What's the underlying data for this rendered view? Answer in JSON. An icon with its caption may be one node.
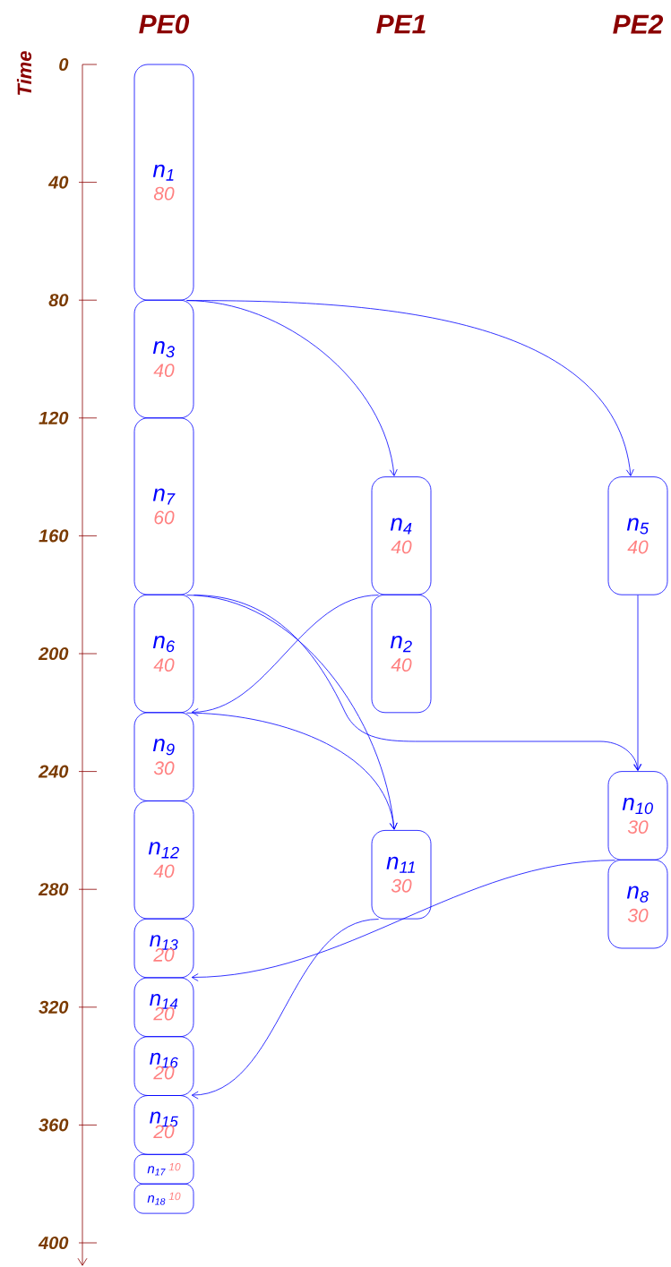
{
  "diagram": {
    "nodes": [
      {
        "text": [
          "n$_{1}$",
          "80"
        ]
      },
      {
        "text": [
          "n$_{3}$",
          "40"
        ]
      },
      {
        "text": [
          "n$_{7}$",
          "60"
        ]
      },
      {
        "text": [
          "n$_{4}$",
          "40"
        ]
      },
      {
        "text": [
          "n$_{5}$",
          "40"
        ]
      },
      {
        "text": [
          "n$_{6}$",
          "40"
        ]
      },
      {
        "text": [
          "n$_{2}$",
          "40"
        ]
      },
      {
        "text": [
          "n$_{9}$",
          "30"
        ]
      },
      {
        "text": [
          "n$_{10}$",
          "30"
        ]
      },
      {
        "text": [
          "n$_{12}$",
          "40"
        ]
      },
      {
        "text": [
          "n$_{11}$",
          "30"
        ]
      },
      {
        "text": [
          "n$_{8}$",
          "30"
        ]
      },
      {
        "text": [
          "n$_{13}$",
          "20"
        ]
      },
      {
        "text": [
          "n$_{14}$",
          "20"
        ]
      },
      {
        "text": [
          "n$_{16}$",
          "20"
        ]
      },
      {
        "text": [
          "n$_{15}$",
          "20"
        ]
      },
      {
        "text": [
          "n$_{17}$",
          "10"
        ]
      },
      {
        "text": [
          "n$_{18}$",
          "10"
        ]
      }
    ],
    "edges": [
      {
        "from": 0,
        "to": 3,
        "arrow": "to"
      },
      {
        "from": 0,
        "to": 4,
        "arrow": "to"
      },
      {
        "from": 2,
        "to": 10,
        "arrow": "to"
      },
      {
        "from": 2,
        "to": 8,
        "arrow": "to"
      },
      {
        "from": 3,
        "to": 7,
        "arrow": "to"
      },
      {
        "from": 5,
        "to": 10,
        "arrow": "to"
      },
      {
        "from": 4,
        "to": 8,
        "arrow": "to"
      },
      {
        "from": 8,
        "to": 13,
        "arrow": "to"
      },
      {
        "from": 10,
        "to": 15,
        "arrow": "to"
      }
    ],
    "labels": [
      "PE0",
      "PE1",
      "PE2",
      "Time",
      "0",
      "40",
      "80",
      "120",
      "160",
      "200",
      "240",
      "280",
      "320",
      "360",
      "400"
    ]
  }
}
